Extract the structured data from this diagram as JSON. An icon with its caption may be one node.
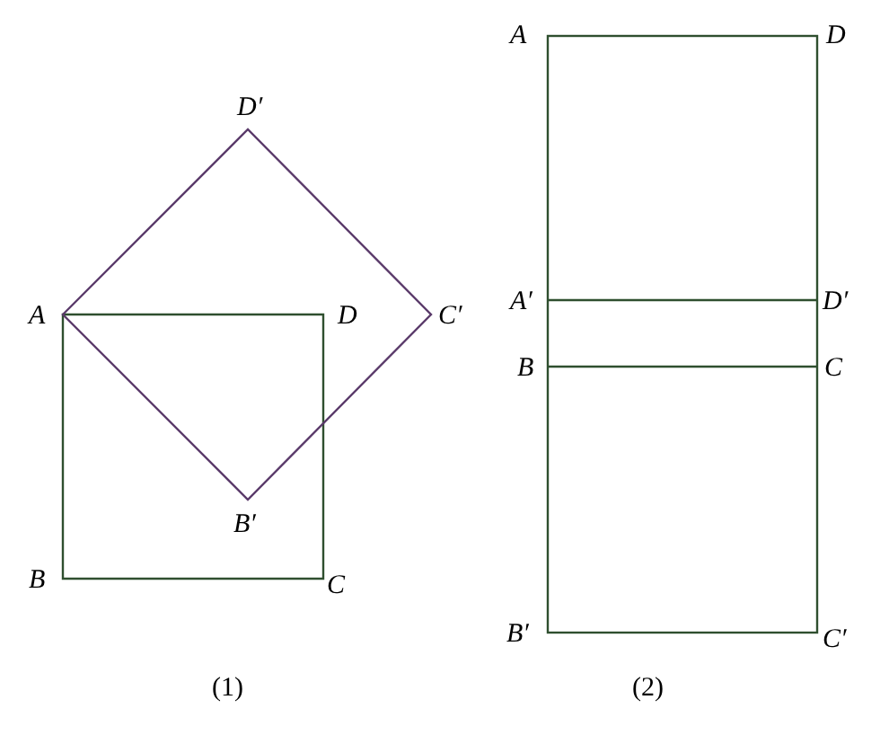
{
  "diagram": {
    "labels": [
      "A",
      "D",
      "D′",
      "A",
      "D",
      "C′",
      "B′",
      "B",
      "C",
      "A′",
      "D′",
      "B",
      "C",
      "B′",
      "C′",
      "(1)",
      "(2)"
    ]
  }
}
